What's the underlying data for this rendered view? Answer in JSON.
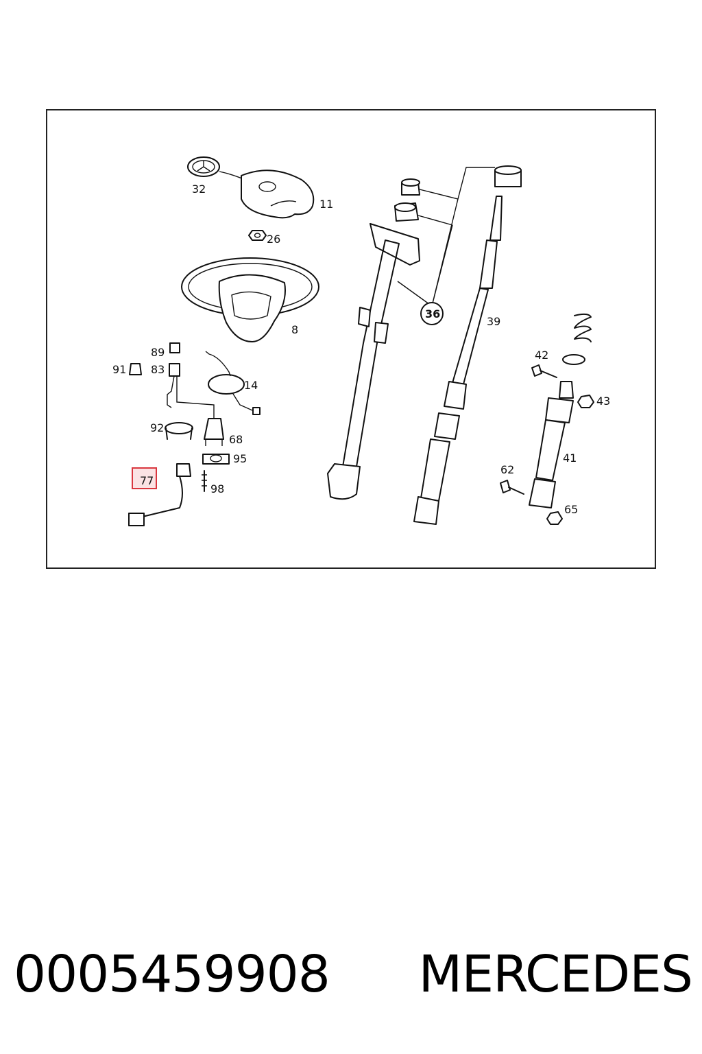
{
  "diagram": {
    "part_labels": {
      "l32": "32",
      "l11": "11",
      "l26": "26",
      "l8": "8",
      "l36": "36",
      "l39": "39",
      "l89": "89",
      "l91": "91",
      "l83": "83",
      "l14": "14",
      "l92": "92",
      "l68": "68",
      "l95": "95",
      "l77": "77",
      "l98": "98",
      "l42": "42",
      "l43": "43",
      "l41": "41",
      "l62": "62",
      "l65": "65"
    },
    "highlighted_part": "77",
    "highlight_color": "#d9363e"
  },
  "caption": {
    "part_number": "0005459908",
    "brand": "MERCEDES"
  }
}
